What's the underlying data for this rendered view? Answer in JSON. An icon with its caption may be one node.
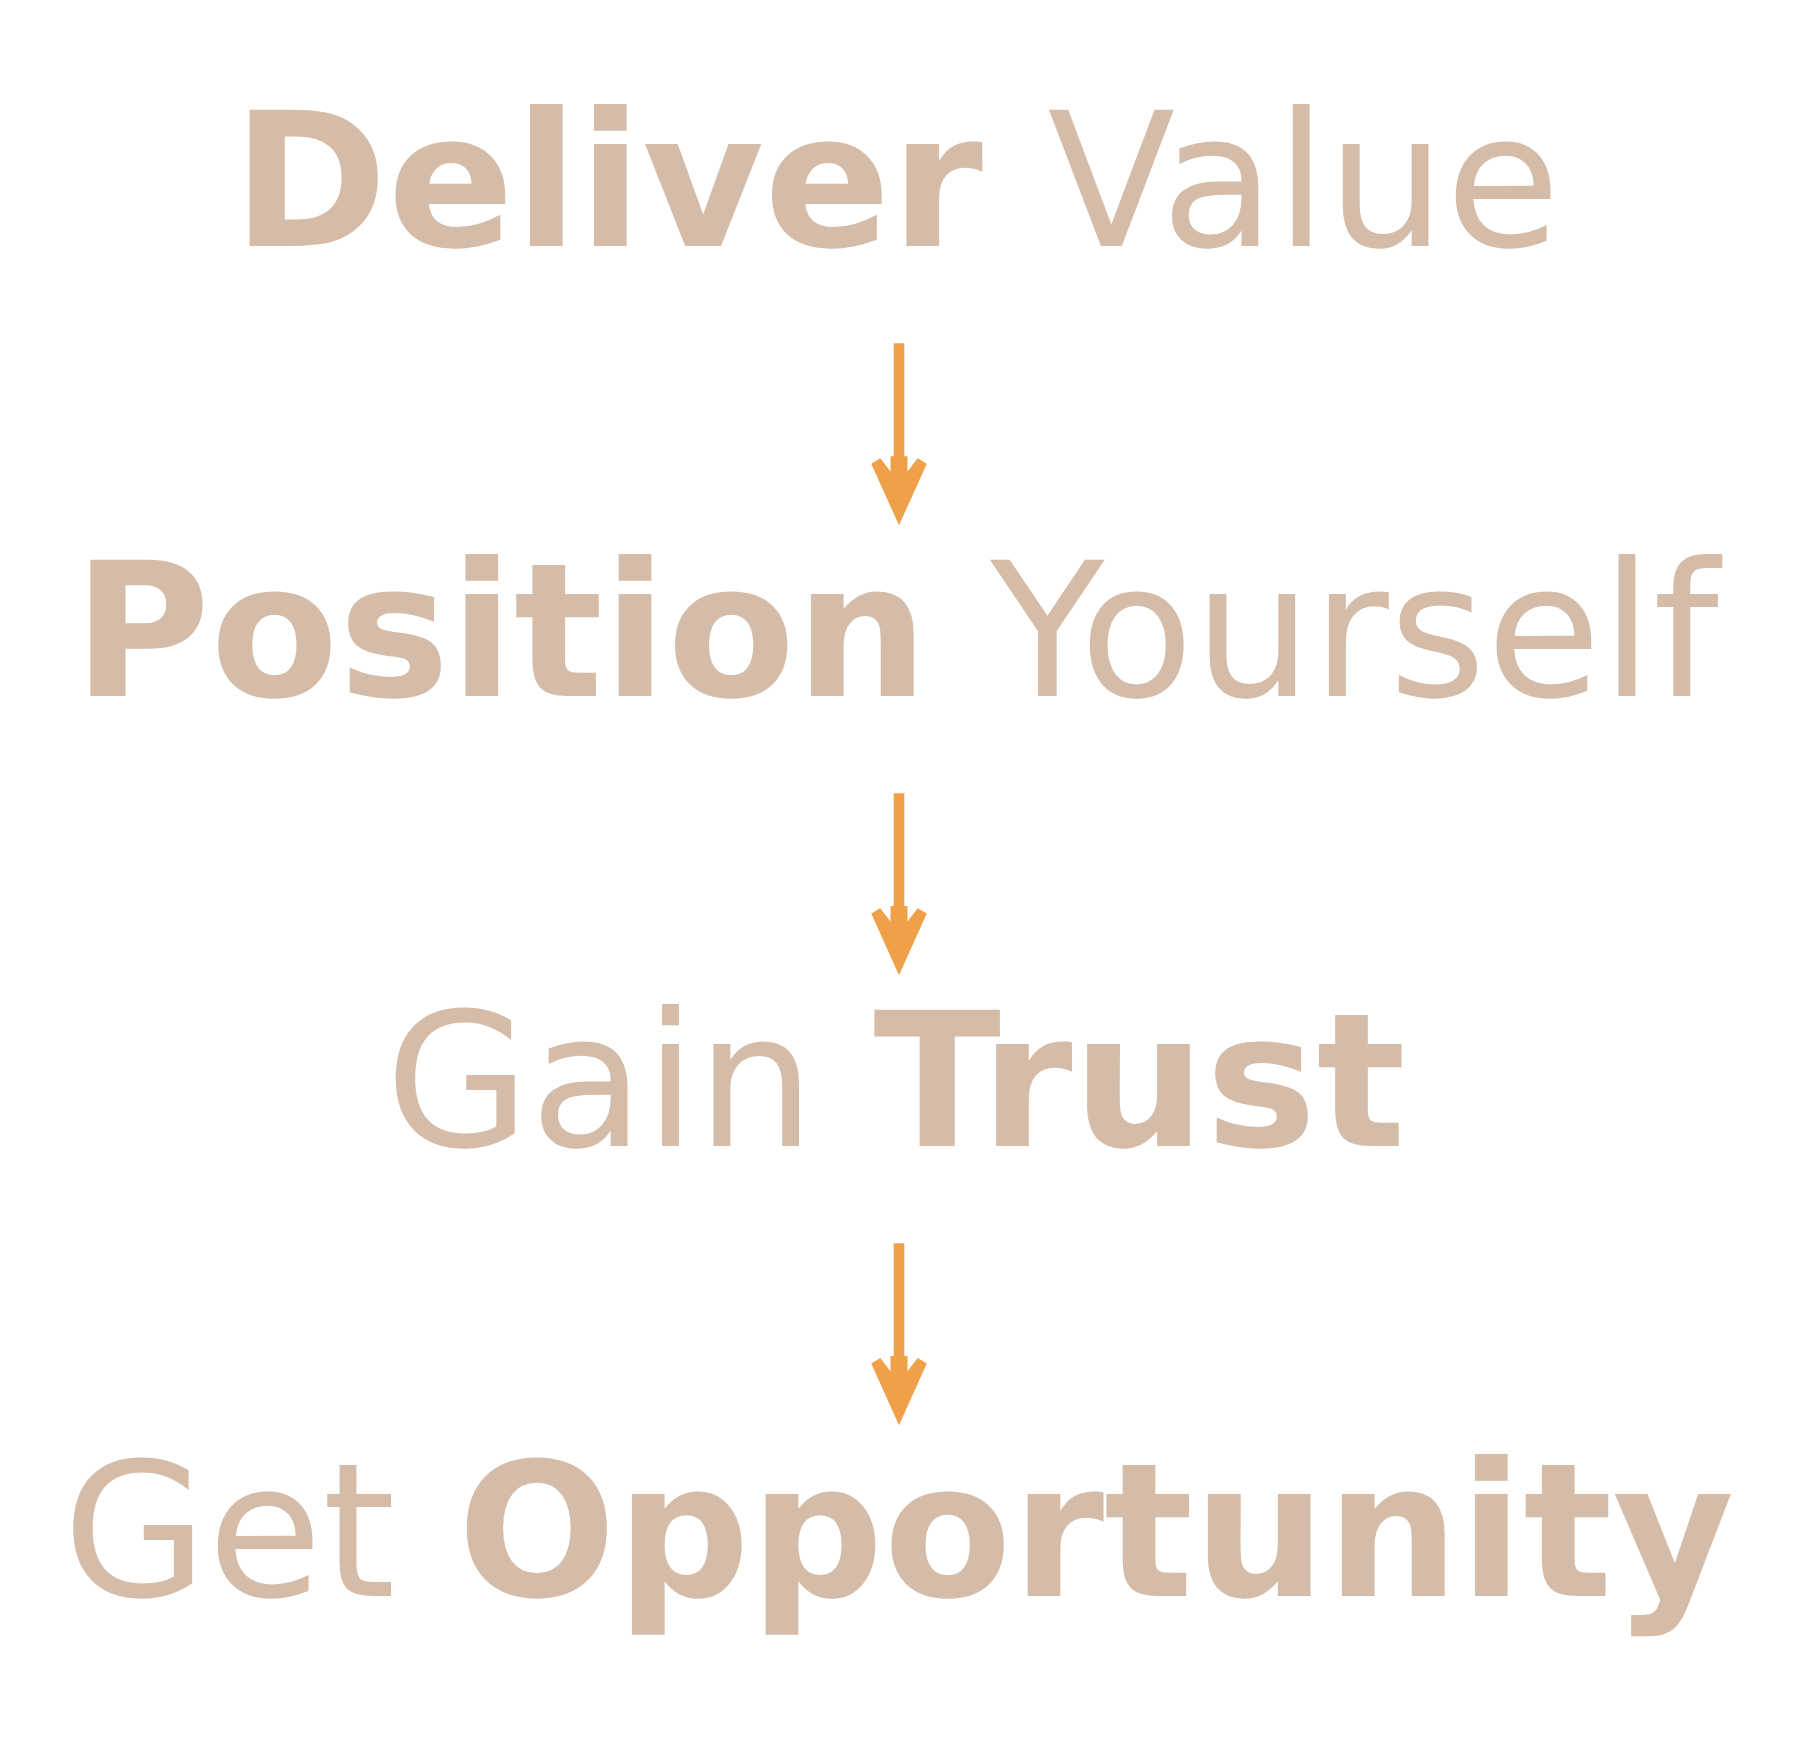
{
  "diagram": {
    "nodes": [
      {
        "text": [
          "**Deliver** Value"
        ]
      },
      {
        "text": [
          "**Position** Yourself"
        ]
      },
      {
        "text": [
          "Gain **Trust**"
        ]
      },
      {
        "text": [
          "Get **Opportunity**"
        ]
      }
    ],
    "edges": [
      {
        "from": 0,
        "to": 1,
        "arrow": "to"
      },
      {
        "from": 1,
        "to": 2,
        "arrow": "to"
      },
      {
        "from": 2,
        "to": 3,
        "arrow": "to"
      }
    ]
  }
}
